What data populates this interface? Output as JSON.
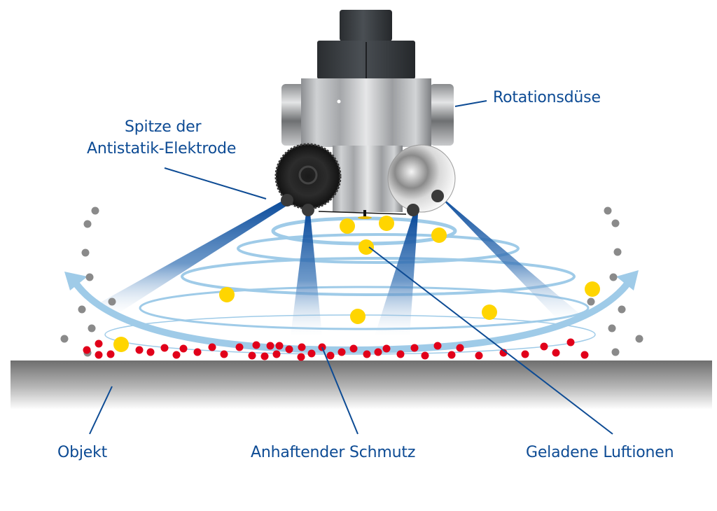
{
  "diagram": {
    "title": "Rotationsdüse mit Antistatik-Elektrode – Reinigungsprinzip",
    "labels": {
      "rotary_nozzle": "Rotationsdüse",
      "electrode_tip_line1": "Spitze der",
      "electrode_tip_line2": "Antistatik-Elektrode",
      "object": "Objekt",
      "adhering_dirt": "Anhaftender Schmutz",
      "charged_air_ions": "Geladene Luftionen"
    },
    "colors": {
      "label_text": "#0d4b94",
      "leader_line": "#0d4b94",
      "ion_beam": "#0a4a9a",
      "swirl": "#9fcbe8",
      "dirt_particle": "#e1001a",
      "charged_ion": "#ffd500",
      "removed_particle": "#8a8a8a",
      "surface_top": "#6e6e6e"
    },
    "elements": {
      "ion_beams": 4,
      "yellow_ions": 10,
      "red_dirt_particles": "many",
      "grey_removed_particles": "two columns (left & right)"
    }
  }
}
